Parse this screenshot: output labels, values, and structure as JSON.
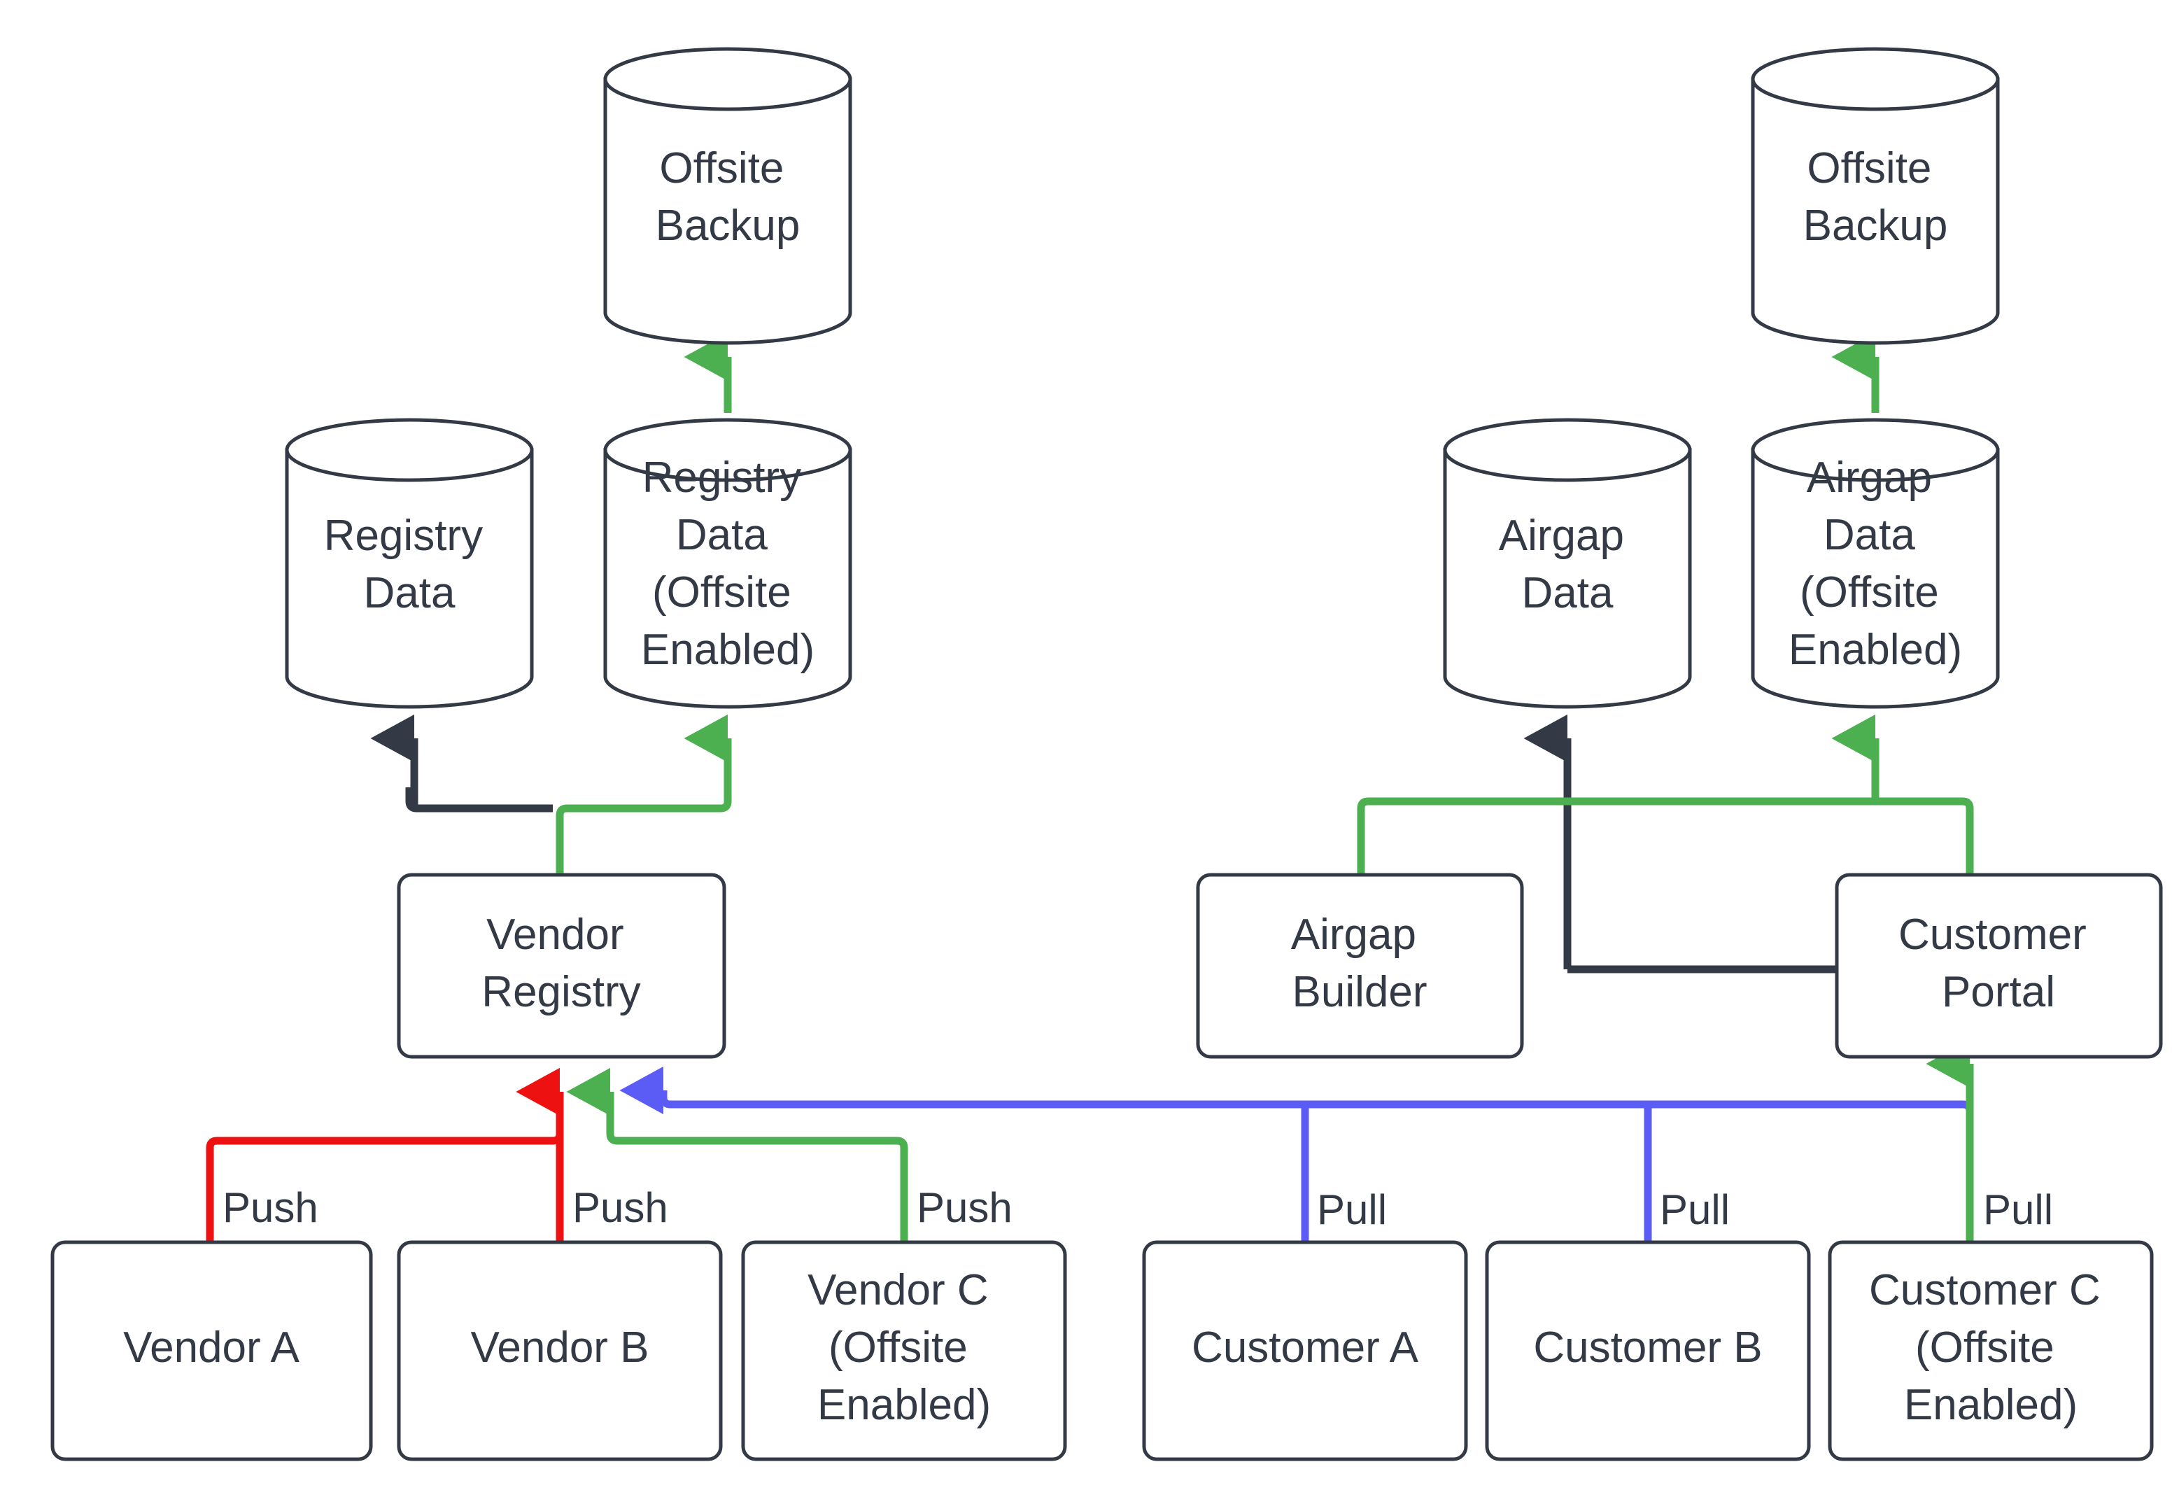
{
  "diagram": {
    "type": "flowchart",
    "background": "#ffffff",
    "colors": {
      "node_stroke": "#333a45",
      "node_fill": "#ffffff",
      "text": "#333a45",
      "edge_default": "#333a45",
      "edge_push_red": "#ee1111",
      "edge_offsite_green": "#4caf50",
      "edge_pull_blue": "#5b5bf5"
    },
    "nodes": [
      {
        "id": "offsite-backup-left",
        "label": "Offsite Backup",
        "shape": "cylinder"
      },
      {
        "id": "registry-data",
        "label": "Registry Data",
        "shape": "cylinder"
      },
      {
        "id": "registry-data-offsite",
        "label": "Registry Data (Offsite Enabled)",
        "shape": "cylinder"
      },
      {
        "id": "vendor-registry",
        "label": "Vendor Registry",
        "shape": "process"
      },
      {
        "id": "vendor-a",
        "label": "Vendor A",
        "shape": "process"
      },
      {
        "id": "vendor-b",
        "label": "Vendor B",
        "shape": "process"
      },
      {
        "id": "vendor-c",
        "label": "Vendor C (Offsite Enabled)",
        "shape": "process"
      },
      {
        "id": "offsite-backup-right",
        "label": "Offsite Backup",
        "shape": "cylinder"
      },
      {
        "id": "airgap-data",
        "label": "Airgap Data",
        "shape": "cylinder"
      },
      {
        "id": "airgap-data-offsite",
        "label": "Airgap Data (Offsite Enabled)",
        "shape": "cylinder"
      },
      {
        "id": "airgap-builder",
        "label": "Airgap Builder",
        "shape": "process"
      },
      {
        "id": "customer-portal",
        "label": "Customer Portal",
        "shape": "process"
      },
      {
        "id": "customer-a",
        "label": "Customer A",
        "shape": "process"
      },
      {
        "id": "customer-b",
        "label": "Customer B",
        "shape": "process"
      },
      {
        "id": "customer-c",
        "label": "Customer C (Offsite Enabled)",
        "shape": "process"
      }
    ],
    "node_text_lines": {
      "offsite-backup-left": [
        "Offsite",
        "Backup"
      ],
      "registry-data": [
        "Registry",
        "Data"
      ],
      "registry-data-offsite": [
        "Registry",
        "Data",
        "(Offsite",
        "Enabled)"
      ],
      "vendor-registry": [
        "Vendor",
        "Registry"
      ],
      "vendor-a": [
        "Vendor A"
      ],
      "vendor-b": [
        "Vendor B"
      ],
      "vendor-c": [
        "Vendor C",
        "(Offsite",
        "Enabled)"
      ],
      "offsite-backup-right": [
        "Offsite",
        "Backup"
      ],
      "airgap-data": [
        "Airgap",
        "Data"
      ],
      "airgap-data-offsite": [
        "Airgap",
        "Data",
        "(Offsite",
        "Enabled)"
      ],
      "airgap-builder": [
        "Airgap",
        "Builder"
      ],
      "customer-portal": [
        "Customer",
        "Portal"
      ],
      "customer-a": [
        "Customer A"
      ],
      "customer-b": [
        "Customer B"
      ],
      "customer-c": [
        "Customer C",
        "(Offsite",
        "Enabled)"
      ]
    },
    "edges": [
      {
        "id": "e-vendora-registry",
        "from": "vendor-a",
        "to": "vendor-registry",
        "label": "Push",
        "color": "#ee1111"
      },
      {
        "id": "e-vendorb-registry",
        "from": "vendor-b",
        "to": "vendor-registry",
        "label": "Push",
        "color": "#ee1111"
      },
      {
        "id": "e-vendorc-registry",
        "from": "vendor-c",
        "to": "vendor-registry",
        "label": "Push",
        "color": "#4caf50"
      },
      {
        "id": "e-registry-data",
        "from": "vendor-registry",
        "to": "registry-data",
        "label": "",
        "color": "#333a45"
      },
      {
        "id": "e-registry-offsite",
        "from": "vendor-registry",
        "to": "registry-data-offsite",
        "label": "",
        "color": "#4caf50"
      },
      {
        "id": "e-regoffsite-backup",
        "from": "registry-data-offsite",
        "to": "offsite-backup-left",
        "label": "",
        "color": "#4caf50"
      },
      {
        "id": "e-customera-portal",
        "from": "customer-a",
        "to": "vendor-registry",
        "label": "Pull",
        "color": "#5b5bf5"
      },
      {
        "id": "e-customerb-portal",
        "from": "customer-b",
        "to": "vendor-registry",
        "label": "Pull",
        "color": "#5b5bf5"
      },
      {
        "id": "e-customerc-portal",
        "from": "customer-c",
        "to": "customer-portal",
        "label": "Pull",
        "color": "#4caf50"
      },
      {
        "id": "e-portal-airgapdata",
        "from": "customer-portal",
        "to": "airgap-data",
        "label": "",
        "color": "#333a45"
      },
      {
        "id": "e-builder-offsite",
        "from": "airgap-builder",
        "to": "airgap-data-offsite",
        "label": "",
        "color": "#4caf50"
      },
      {
        "id": "e-portal-offsite",
        "from": "customer-portal",
        "to": "airgap-data-offsite",
        "label": "",
        "color": "#4caf50"
      },
      {
        "id": "e-airgapoff-backup",
        "from": "airgap-data-offsite",
        "to": "offsite-backup-right",
        "label": "",
        "color": "#4caf50"
      }
    ],
    "edge_labels": {
      "push_1": "Push",
      "push_2": "Push",
      "push_3": "Push",
      "pull_1": "Pull",
      "pull_2": "Pull",
      "pull_3": "Pull"
    }
  }
}
